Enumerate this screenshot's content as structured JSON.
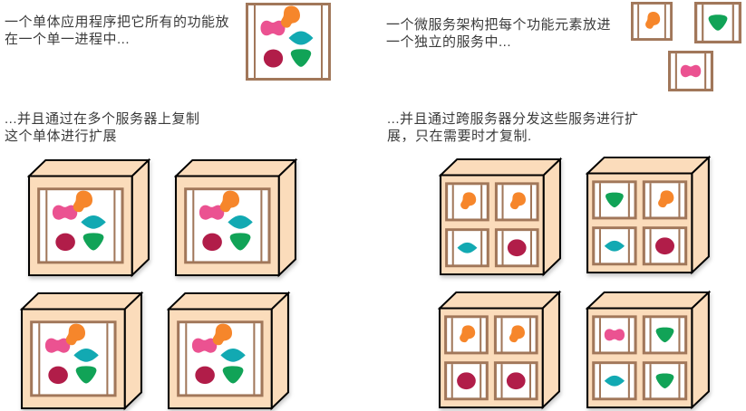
{
  "captions": {
    "monolith": "一个单体应用程序把它所有的功能放\n在一个单一进程中...",
    "microservice": "一个微服务架构把每个功能元素放进\n一个独立的服务中...",
    "monolith_scale": "...并且通过在多个服务器上复制\n这个单体进行扩展",
    "microservice_scale": "...并且通过跨服务器分发这些服务进行扩\n展，只在需要时才复制."
  },
  "colors": {
    "bowtie": "#eb5291",
    "blob": "#f6862b",
    "lens": "#12a9b2",
    "circle": "#b11d49",
    "triangle": "#11a357",
    "crate_frame": "#a1775a",
    "box_face": "#fbdcbb",
    "box_outline": "#000000",
    "text": "#3b3b3b",
    "background": "#ffffff"
  },
  "monolith_crate": {
    "shapes": [
      "bowtie",
      "blob",
      "lens",
      "circle",
      "triangle"
    ]
  },
  "single_service_crates": [
    {
      "shape": "blob"
    },
    {
      "shape": "triangle"
    },
    {
      "shape": "bowtie"
    }
  ],
  "monolith_servers": [
    {
      "shapes": [
        "bowtie",
        "blob",
        "lens",
        "circle",
        "triangle"
      ]
    },
    {
      "shapes": [
        "bowtie",
        "blob",
        "lens",
        "circle",
        "triangle"
      ]
    },
    {
      "shapes": [
        "bowtie",
        "blob",
        "lens",
        "circle",
        "triangle"
      ]
    },
    {
      "shapes": [
        "bowtie",
        "blob",
        "lens",
        "circle",
        "triangle"
      ]
    }
  ],
  "microservice_servers": [
    {
      "grid": [
        "blob",
        "blob",
        "lens",
        "circle"
      ]
    },
    {
      "grid": [
        "triangle",
        "blob",
        "lens",
        "circle"
      ]
    },
    {
      "grid": [
        "blob",
        "blob",
        "circle",
        "circle"
      ]
    },
    {
      "grid": [
        "bowtie",
        "triangle",
        "lens",
        "triangle"
      ]
    }
  ]
}
